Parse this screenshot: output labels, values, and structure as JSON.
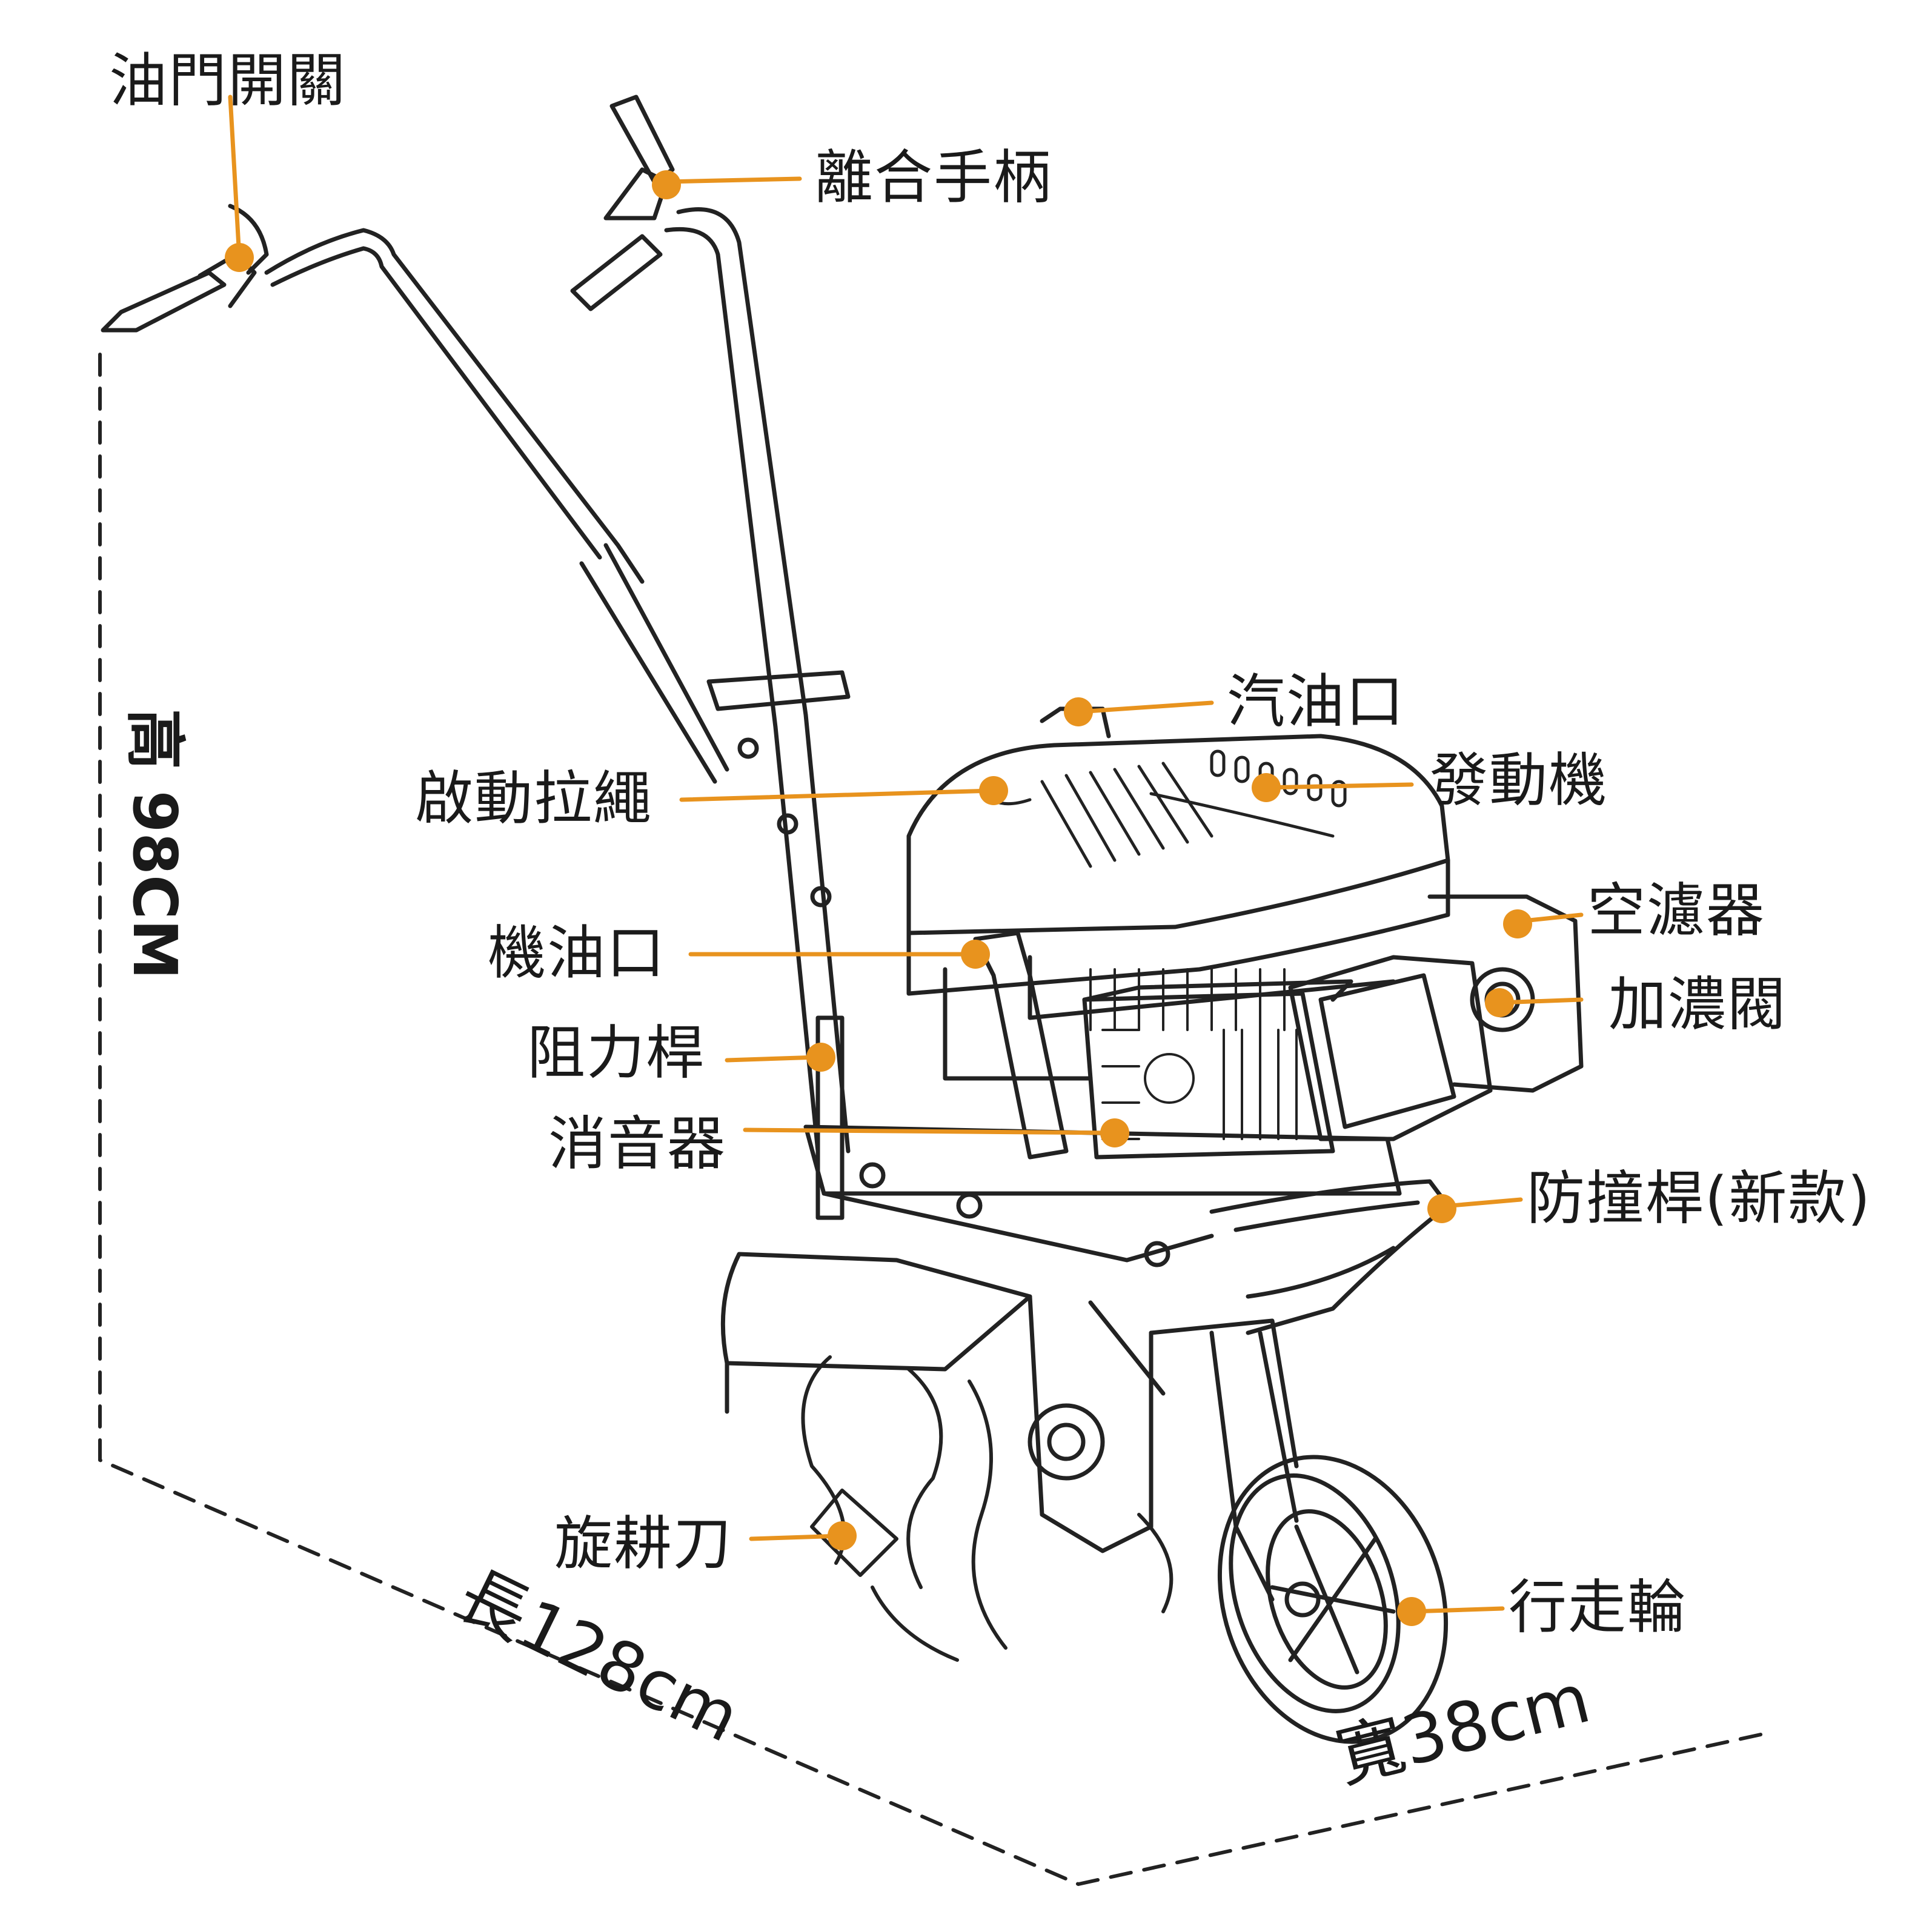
{
  "labels": {
    "throttle_switch": "油門開關",
    "clutch_handle": "離合手柄",
    "fuel_port": "汽油口",
    "engine": "發動機",
    "starter_rope": "啟動拉繩",
    "air_filter": "空濾器",
    "choke_valve": "加濃閥",
    "oil_port": "機油口",
    "resistance_rod": "阻力桿",
    "muffler": "消音器",
    "bumper_bar": "防撞桿(新款)",
    "tiller_blades": "旋耕刀",
    "walking_wheel": "行走輪"
  },
  "dimensions": {
    "height": "高 98CM",
    "length": "長128cm",
    "width": "寬38cm"
  },
  "colors": {
    "accent": "#E8931E",
    "line": "#222222"
  }
}
